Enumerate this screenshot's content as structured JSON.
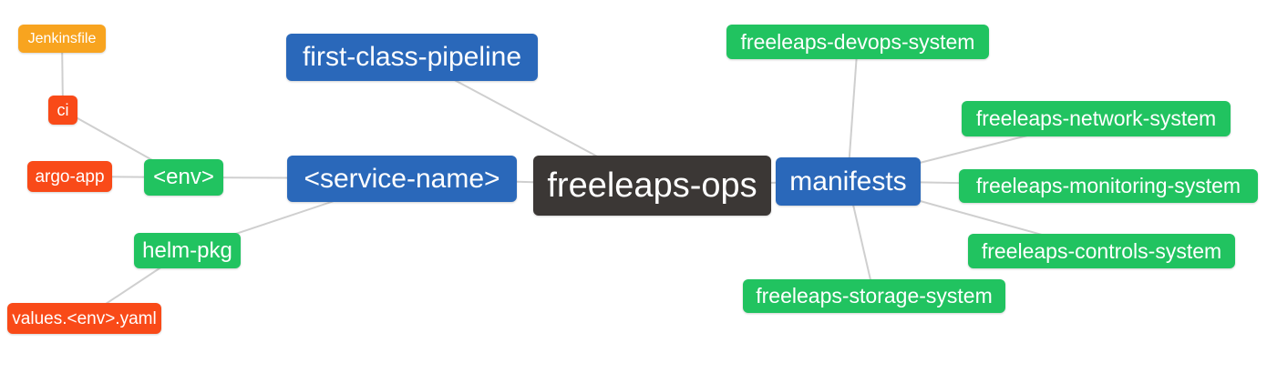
{
  "diagram_type": "mindmap",
  "palette": {
    "root_node": "#3B3735",
    "primary_node": "#2A68BA",
    "secondary_node": "#21C360",
    "leaf_red_node": "#F94A18",
    "leaf_orange_node": "#F8A41F",
    "node_text": "#FFFFFF",
    "edge": "#CFCFCF",
    "background": "#FFFFFF"
  },
  "nodes": {
    "ops": {
      "label": "freeleaps-ops",
      "role": "root",
      "color": "#3B3735"
    },
    "fcp": {
      "label": "first-class-pipeline",
      "role": "primary",
      "color": "#2A68BA"
    },
    "svc": {
      "label": "<service-name>",
      "role": "primary",
      "color": "#2A68BA"
    },
    "manifests": {
      "label": "manifests",
      "role": "primary",
      "color": "#2A68BA"
    },
    "env": {
      "label": "<env>",
      "role": "secondary",
      "color": "#21C360"
    },
    "helm": {
      "label": "helm-pkg",
      "role": "secondary",
      "color": "#21C360"
    },
    "ci": {
      "label": "ci",
      "role": "leaf",
      "color": "#F94A18"
    },
    "argo": {
      "label": "argo-app",
      "role": "leaf",
      "color": "#F94A18"
    },
    "values": {
      "label": "values.<env>.yaml",
      "role": "leaf",
      "color": "#F94A18"
    },
    "jenkinsfile": {
      "label": "Jenkinsfile",
      "role": "leaf",
      "color": "#F8A41F"
    },
    "devops": {
      "label": "freeleaps-devops-system",
      "role": "secondary",
      "color": "#21C360"
    },
    "network": {
      "label": "freeleaps-network-system",
      "role": "secondary",
      "color": "#21C360"
    },
    "monitoring": {
      "label": "freeleaps-monitoring-system",
      "role": "secondary",
      "color": "#21C360"
    },
    "controls": {
      "label": "freeleaps-controls-system",
      "role": "secondary",
      "color": "#21C360"
    },
    "storage": {
      "label": "freeleaps-storage-system",
      "role": "secondary",
      "color": "#21C360"
    }
  },
  "edges": [
    [
      "jenkinsfile",
      "ci"
    ],
    [
      "ci",
      "env"
    ],
    [
      "argo",
      "env"
    ],
    [
      "env",
      "svc"
    ],
    [
      "helm",
      "svc"
    ],
    [
      "values",
      "helm"
    ],
    [
      "fcp",
      "ops"
    ],
    [
      "svc",
      "ops"
    ],
    [
      "ops",
      "manifests"
    ],
    [
      "manifests",
      "devops"
    ],
    [
      "manifests",
      "network"
    ],
    [
      "manifests",
      "monitoring"
    ],
    [
      "manifests",
      "controls"
    ],
    [
      "manifests",
      "storage"
    ]
  ]
}
